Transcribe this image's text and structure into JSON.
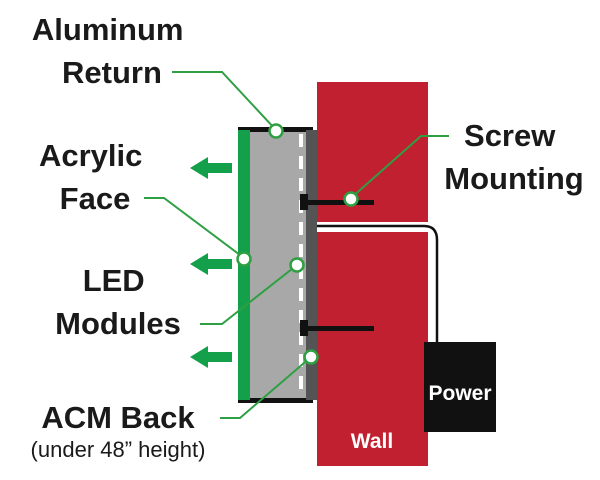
{
  "labels": {
    "aluminum_return": [
      "Aluminum",
      "Return"
    ],
    "acrylic_face": [
      "Acrylic",
      "Face"
    ],
    "led_modules": [
      "LED",
      "Modules"
    ],
    "acm_back": "ACM Back",
    "acm_back_note": "(under 48” height)",
    "screw_mounting": [
      "Screw",
      "Mounting"
    ],
    "wall": "Wall",
    "power": "Power"
  },
  "colors": {
    "wall": "#c0202f",
    "acrylic_face": "#14a04a",
    "return": "#a8a8a8",
    "acm_back": "#545454",
    "power_box": "#111111",
    "leader": "#2ea043",
    "arrow": "#14a04a"
  },
  "icons": {
    "arrow": "left-arrow-icon",
    "callout_dot": "callout-dot-icon"
  }
}
